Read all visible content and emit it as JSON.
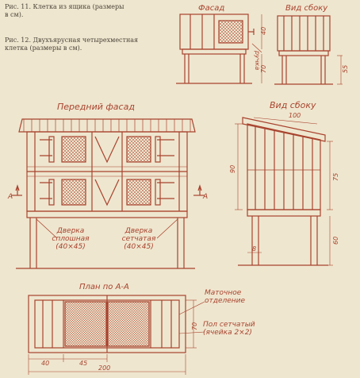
{
  "captions": {
    "fig11": "Рис. 11. Клетка из ящика (размеры\nв см).",
    "fig12": "Рис. 12. Двухъярусная четырехместная\nклетка (размеры в см)."
  },
  "fig11": {
    "front_title": "Фасад",
    "side_title": "Вид сбоку",
    "handle_label": "ручка",
    "dim_height_box": "40",
    "dim_height_legs": "70",
    "dim_total": "55"
  },
  "fig12": {
    "front_title": "Передний фасад",
    "side_title": "Вид сбоку",
    "section_mark": "А",
    "door_solid": "Дверка\nсплошная\n(40×45)",
    "door_mesh": "Дверка\nсетчатая\n(40×45)",
    "dim_top_depth": "100",
    "dim_total_height": "90",
    "dim_body_height": "75",
    "dim_leg_height": "60",
    "dim_leg_width": "8",
    "plan_title": "План по А-А",
    "plan_compartment": "Маточное\nотделение",
    "plan_floor": "Пол сетчатый\n(ячейка 2×2)",
    "dim_plan_depth": "70",
    "dim_plan_small": "40",
    "dim_plan_mid": "45",
    "dim_plan_width": "200"
  },
  "colors": {
    "ink": "#a8432e",
    "paper": "#efe6cf",
    "text": "#4a4338"
  }
}
